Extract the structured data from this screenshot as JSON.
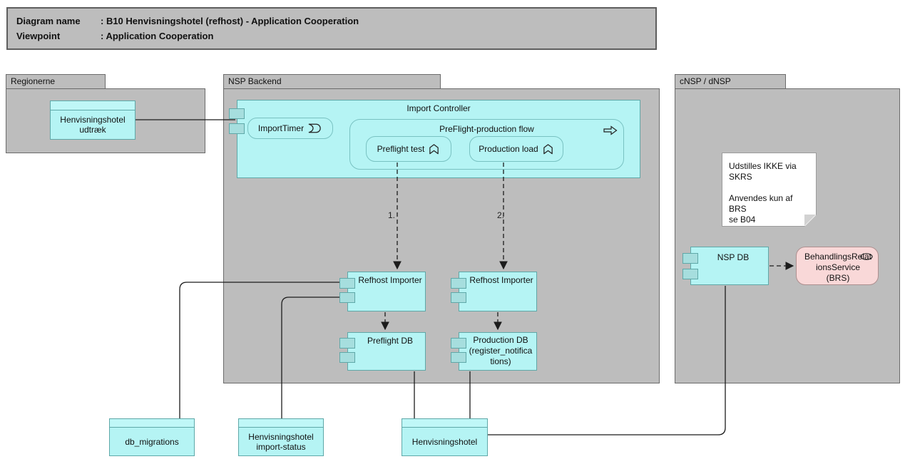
{
  "colors": {
    "group_fill": "#bdbdbd",
    "group_border": "#6b6b6b",
    "component_fill": "#b5f4f4",
    "component_border": "#5fa8a8",
    "lug_fill": "#a6dede",
    "inner_border": "#79c2c2",
    "service_fill": "#f9d8d8",
    "service_border": "#ae8f8f",
    "note_fill": "#ffffff",
    "line_color": "#1c1c1c"
  },
  "title_block": {
    "rows": [
      {
        "label": "Diagram name",
        "value": ": B10 Henvisningshotel (refhost) - Application Cooperation"
      },
      {
        "label": "Viewpoint",
        "value": ": Application Cooperation"
      }
    ]
  },
  "groups": {
    "regionerne": {
      "label": "Regionerne"
    },
    "nsp_backend": {
      "label": "NSP Backend"
    },
    "cnsp_dnsp": {
      "label": "cNSP / dNSP"
    }
  },
  "nodes": {
    "henvisningshotel_udtraek": {
      "label": "Henvisningshotel udtræk"
    },
    "import_controller": {
      "label": "Import Controller"
    },
    "import_timer": {
      "label": "ImportTimer",
      "icon": "event-icon"
    },
    "preflight_production_flow": {
      "label": "PreFlight-production flow",
      "icon": "process-arrow-icon"
    },
    "preflight_test": {
      "label": "Preflight test",
      "icon": "function-icon"
    },
    "production_load": {
      "label": "Production load",
      "icon": "function-icon"
    },
    "refhost_importer_1": {
      "label": "Refhost Importer"
    },
    "refhost_importer_2": {
      "label": "Refhost Importer"
    },
    "preflight_db": {
      "label": "Preflight DB"
    },
    "production_db": {
      "label": "Production DB (register_notifications)"
    },
    "nsp_db": {
      "label": "NSP DB"
    },
    "brs": {
      "label": "BehandlingsRelationsService (BRS)",
      "icon": "service-icon"
    },
    "db_migrations": {
      "label": "db_migrations"
    },
    "henvisningshotel_import_status": {
      "label": "Henvisningshotel import-status"
    },
    "henvisningshotel": {
      "label": "Henvisningshotel"
    }
  },
  "note": {
    "line1": "Udstilles IKKE via SKRS",
    "line2": "Anvendes kun af BRS",
    "line3": "se B04"
  },
  "flow_labels": {
    "step1": "1.",
    "step2": "2."
  }
}
